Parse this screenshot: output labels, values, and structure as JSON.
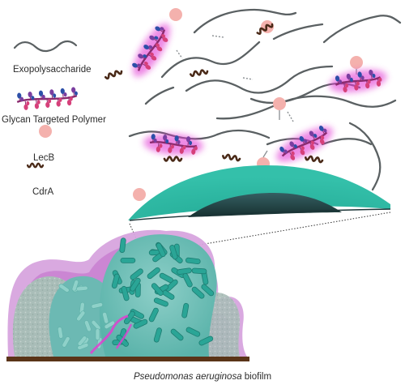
{
  "legend": {
    "exopolysaccharide": "Exopolysaccharide",
    "glycan_polymer": "Glycan Targeted Polymer",
    "lecb": "LecB",
    "cdra": "CdrA"
  },
  "caption": {
    "species": "Pseudomonas aeruginosa",
    "suffix": " biofilm"
  },
  "colors": {
    "exopolysaccharide": "#5a6062",
    "glow": "#e23ad4",
    "backbone": "#8b2a6e",
    "sugar_blue": "#2d4fa8",
    "sugar_pink": "#d6407a",
    "sugar_purple": "#7a3ea0",
    "lecb": "#f4b1ad",
    "cdra": "#4a2a18",
    "cell_teal": "#2fb3a0",
    "cell_dark": "#1f3f44",
    "matrix_magenta": "#d9a2e0",
    "ground": "#5a3418"
  },
  "icons": [
    "exopolysaccharide-icon",
    "glycan-polymer-icon",
    "lecb-icon",
    "cdra-icon"
  ]
}
